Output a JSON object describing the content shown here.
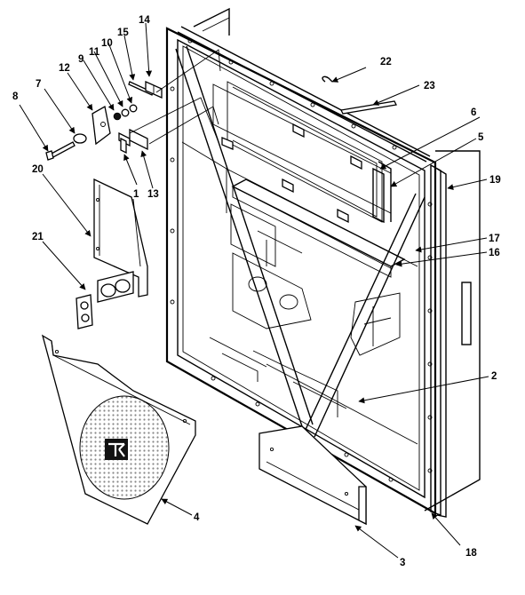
{
  "callouts": [
    "1",
    "2",
    "3",
    "4",
    "5",
    "6",
    "7",
    "8",
    "9",
    "10",
    "11",
    "12",
    "13",
    "14",
    "15",
    "16",
    "17",
    "18",
    "19",
    "20",
    "21",
    "22",
    "23"
  ],
  "colors": {
    "line": "#000000",
    "background": "#ffffff",
    "shade": "#bbbbbb"
  },
  "icons": {
    "logo": "thermo-king-logo-icon"
  }
}
